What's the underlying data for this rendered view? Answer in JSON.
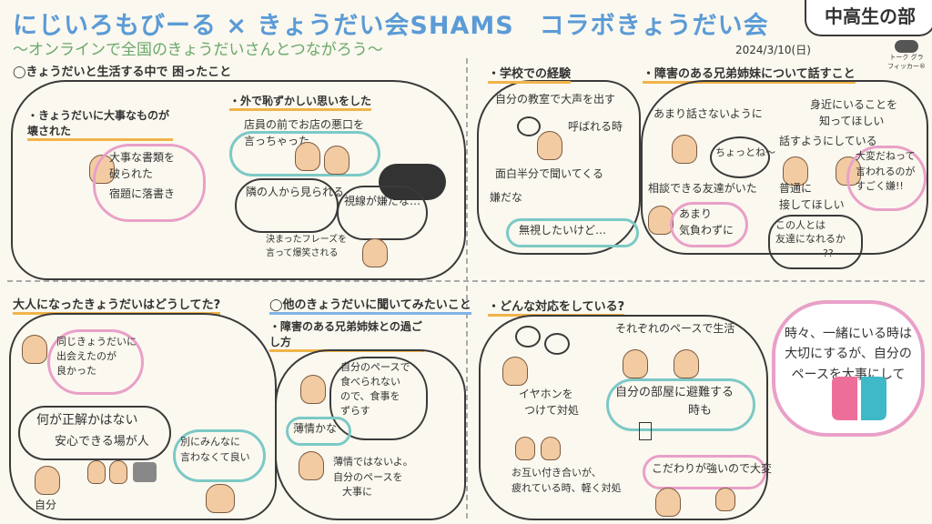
{
  "header": {
    "title": "にじいろもびーる × きょうだい会SHAMS　コラボきょうだい会",
    "badge": "中高生の部",
    "subtitle": "～オンラインで全国のきょうだいさんとつながろう～",
    "date": "2024/3/10(日)",
    "logo_text": "トーク グラフィッカー®"
  },
  "top_left": {
    "heading": "◯きょうだいと生活する中で 困ったこと",
    "broken": {
      "heading": "・きょうだいに大事なものが壊された",
      "lines": [
        "大事な書類を",
        "破られた",
        "宿題に落書き"
      ]
    },
    "embarrassed": {
      "heading": "・外で恥ずかしい思いをした",
      "lines": [
        "店員の前でお店の悪口を",
        "言っちゃった"
      ],
      "neighbors": "隣の人から見られる",
      "gaze": "視線が嫌だな…",
      "phrase": [
        "決まったフレーズを",
        "言って爆笑される"
      ]
    }
  },
  "top_right": {
    "school": {
      "heading": "・学校での経験",
      "lines": [
        "自分の教室で大声を出す",
        "呼ばれる時"
      ],
      "teased": "面白半分で聞いてくる",
      "dislike": "嫌だな",
      "ignore": "無視したいけど…"
    },
    "talking": {
      "heading": "・障害のある兄弟姉妹について話すこと",
      "avoid": "あまり話さないように",
      "chotto": "ちょっとね〜",
      "close_people": [
        "身近にいることを",
        "知ってほしい"
      ],
      "talk_try": "話すようにしている",
      "consult": "相談できる友達がいた",
      "casual": [
        "あまり",
        "気負わずに"
      ],
      "normal": [
        "普通に",
        "接してほしい"
      ],
      "tough": [
        "大変だねって",
        "言われるのが",
        "すごく嫌!!"
      ],
      "friends_q": [
        "この人とは",
        "友達になれるか",
        "??"
      ]
    }
  },
  "bottom_left": {
    "adults": {
      "heading": "大人になったきょうだいはどうしてた?",
      "met": [
        "同じきょうだいに",
        "出会えたのが",
        "良かった"
      ],
      "no_answer": "何が正解かはない",
      "safe_place": "安心できる場が人",
      "self": "自分",
      "not_tell": [
        "別にみんなに",
        "言わなくて良い"
      ]
    },
    "ask": {
      "heading": "◯他のきょうだいに聞いてみたいこと",
      "sub": "・障害のある兄弟姉妹との過ごし方",
      "own_pace": [
        "自分のペースで",
        "食べられない",
        "ので、食事を",
        "ずらす"
      ],
      "sympathy": "薄情かな",
      "not_cold": [
        "薄情ではないよ。",
        "自分のペースを",
        "大事に"
      ]
    }
  },
  "bottom_right": {
    "heading": "・どんな対応をしている?",
    "each_pace": "それぞれのペースで生活",
    "earphone": [
      "イヤホンを",
      "つけて対処"
    ],
    "room": [
      "自分の部屋に避難する",
      "時も"
    ],
    "tired": [
      "お互い付き合いが、",
      "疲れている時、軽く対処"
    ],
    "strong": "こだわりが強いので大変",
    "note": [
      "時々、一緒にいる時は",
      "大切にするが、自分の",
      "ペースを大事にして"
    ]
  },
  "colors": {
    "title": "#5b9bd6",
    "subtitle": "#6aa86a",
    "pink": "#e9a0c8",
    "teal": "#7cc9c6",
    "orange": "#f0b44a"
  }
}
